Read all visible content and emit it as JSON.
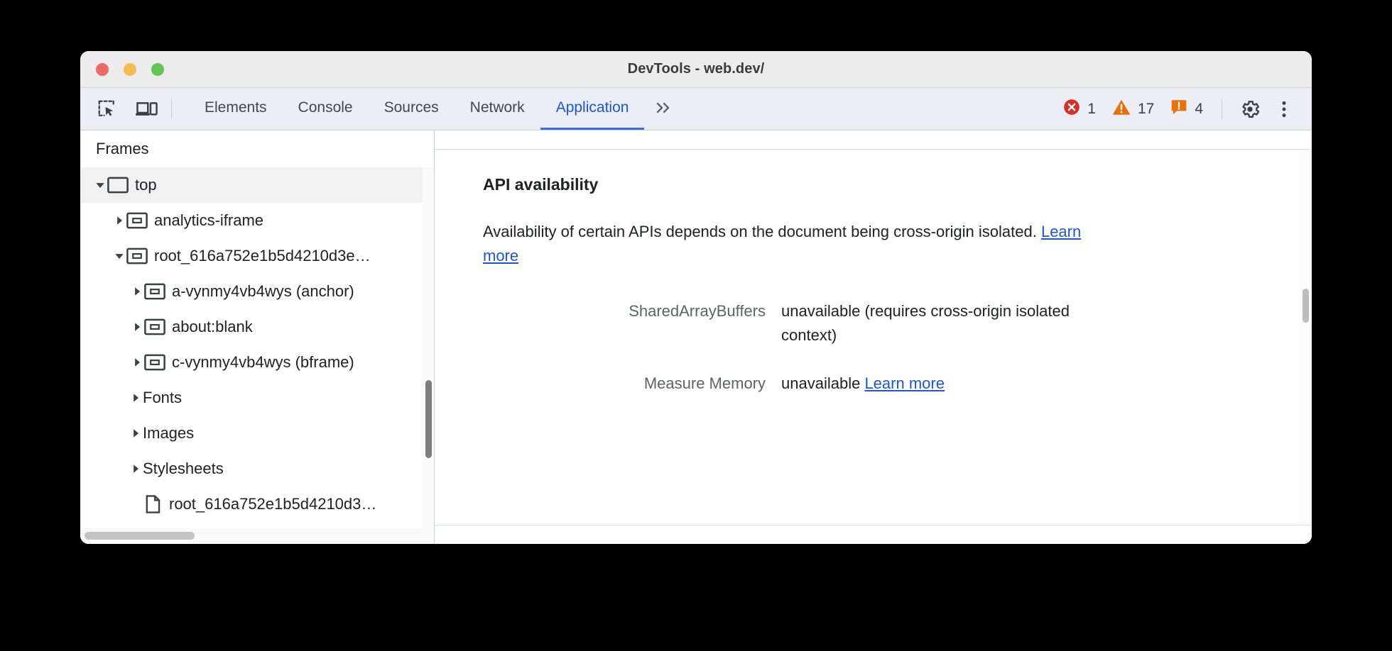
{
  "window": {
    "title": "DevTools - web.dev/",
    "traffic_lights": [
      "close-button",
      "minimize-button",
      "zoom-button"
    ]
  },
  "toolbar": {
    "inspect_icon": "inspect-element-icon",
    "device_icon": "device-toolbar-icon",
    "tabs": [
      {
        "label": "Elements",
        "active": false
      },
      {
        "label": "Console",
        "active": false
      },
      {
        "label": "Sources",
        "active": false
      },
      {
        "label": "Network",
        "active": false
      },
      {
        "label": "Application",
        "active": true
      }
    ],
    "more_tabs_label": "»",
    "counters": [
      {
        "name": "errors",
        "icon": "error-icon",
        "count": "1",
        "color": "#d93025"
      },
      {
        "name": "warnings",
        "icon": "warning-icon",
        "count": "17",
        "color": "#e8710a"
      },
      {
        "name": "issues",
        "icon": "issue-icon",
        "count": "4",
        "color": "#e8710a"
      }
    ],
    "settings_icon": "gear-icon",
    "menu_icon": "more-vertical-icon"
  },
  "sidebar": {
    "header": "Frames",
    "tree": [
      {
        "label": "top",
        "level": 1,
        "expanded": true,
        "icon": "frame-top-icon",
        "selected": true
      },
      {
        "label": "analytics-iframe",
        "level": 2,
        "expanded": false,
        "icon": "iframe-icon",
        "selected": false
      },
      {
        "label": "root_616a752e1b5d4210d3e…",
        "level": 2,
        "expanded": true,
        "icon": "iframe-icon",
        "selected": false
      },
      {
        "label": "a-vynmy4vb4wys (anchor)",
        "level": 3,
        "expanded": false,
        "icon": "iframe-icon",
        "selected": false
      },
      {
        "label": "about:blank",
        "level": 3,
        "expanded": false,
        "icon": "iframe-icon",
        "selected": false
      },
      {
        "label": "c-vynmy4vb4wys (bframe)",
        "level": 3,
        "expanded": false,
        "icon": "iframe-icon",
        "selected": false
      },
      {
        "label": "Fonts",
        "level": 2,
        "expanded": false,
        "icon": "none",
        "selected": false
      },
      {
        "label": "Images",
        "level": 2,
        "expanded": false,
        "icon": "none",
        "selected": false
      },
      {
        "label": "Stylesheets",
        "level": 2,
        "expanded": false,
        "icon": "none",
        "selected": false
      },
      {
        "label": "root_616a752e1b5d4210d3…",
        "level": 3,
        "expanded": false,
        "icon": "document-icon",
        "selected": false
      }
    ]
  },
  "main": {
    "section_title": "API availability",
    "description_part1": "Availability of certain APIs depends on the document being cross-origin isolated. ",
    "description_link": "Learn more",
    "rows": [
      {
        "key": "SharedArrayBuffers",
        "value": "unavailable",
        "note": "(requires cross-origin isolated context)",
        "link": ""
      },
      {
        "key": "Measure Memory",
        "value": "unavailable",
        "note": "",
        "link": "Learn more"
      }
    ]
  }
}
